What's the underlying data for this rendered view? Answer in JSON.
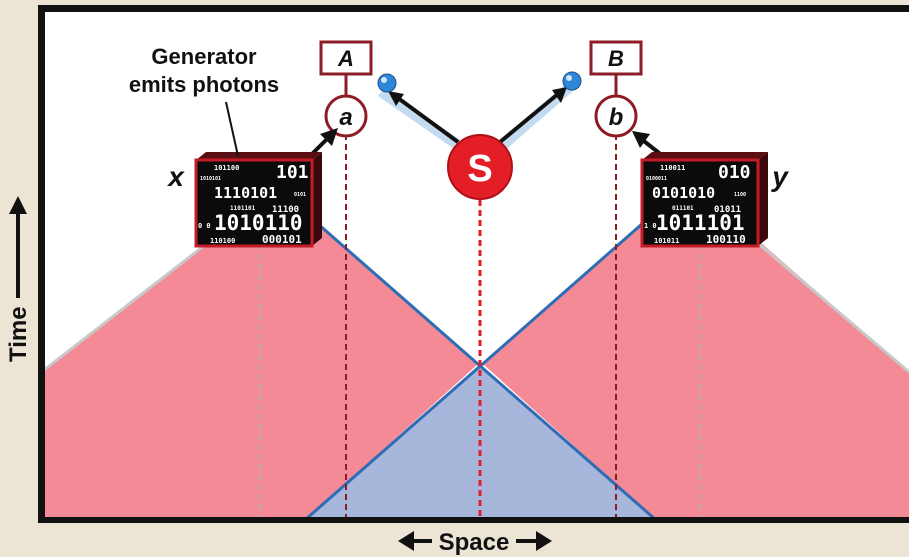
{
  "labels": {
    "generator_line1": "Generator",
    "generator_line2": "emits photons",
    "x": "x",
    "y": "y",
    "A": "A",
    "B": "B",
    "a": "a",
    "b": "b",
    "source": "S",
    "time_axis": "Time",
    "space_axis": "Space"
  },
  "generator_x_bits": [
    "101100",
    "101",
    "1010101",
    "1110101",
    "0101",
    "1101101",
    "11100",
    "0 0",
    "1010110",
    "110100",
    "000101"
  ],
  "generator_y_bits": [
    "110011",
    "010",
    "0100011",
    "0101010",
    "1100",
    "011101",
    "01011",
    "1 0",
    "1011101",
    "101011",
    "100110"
  ],
  "colors": {
    "light_cone_red": "#f38a96",
    "overlap_blue": "#a7b7dc",
    "cone_edge_blue": "#2e6db5",
    "maroon": "#8c1d24",
    "source_red": "#e31e26",
    "frame": "#111111",
    "background": "#ffffff",
    "page": "#ece5d6"
  }
}
